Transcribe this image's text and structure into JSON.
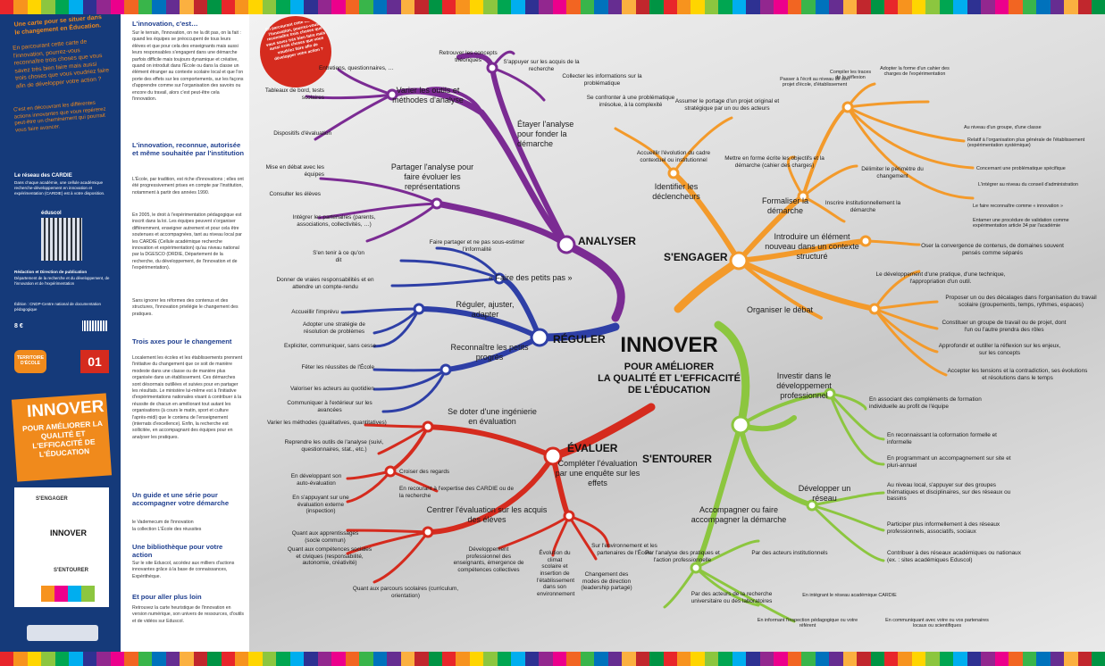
{
  "colors": {
    "navy": "#153a7a",
    "orange": "#f08a1c",
    "red": "#d52b1e",
    "purple": "#7b2b93",
    "blue": "#2e3fa6",
    "green": "#8cc63f",
    "branch_orange": "#f39a2b"
  },
  "stripe_colors": [
    "#e8262b",
    "#f7931e",
    "#ffd500",
    "#8cc63f",
    "#00a651",
    "#00aeef",
    "#2e3192",
    "#92278f",
    "#ec008c",
    "#f26522",
    "#39b54a",
    "#0072bc",
    "#662d91",
    "#fbb040",
    "#c1272d",
    "#009444"
  ],
  "left_panel": {
    "intro_title": "Une carte pour se situer dans le changement en Éducation.",
    "intro_text": "En parcourant cette carte de l'innovation, pourrez-vous reconnaître trois choses que vous savez très bien faire mais aussi trois choses que vous voudriez faire afin de développer votre action ?",
    "intro_text2": "C'est en découvrant les différentes actions innovantes que vous repérerez peut-être un cheminement qui pourrait vous faire avancer.",
    "network_title": "Le réseau des CARDIE",
    "network_text": "Dans chaque académie, une cellule académique recherche-développement en innovation et expérimentation (CARDIE) est à votre disposition.",
    "eduscol": "éduscol",
    "credits_title": "Rédaction et Direction de publication",
    "credits_text": "Département de la recherche et du développement, de l'innovation et de l'expérimentation",
    "editor": "Édition : CNDP-Centre national de documentation pédagogique",
    "price": "8 €",
    "badge": "TERRITOIRE D'ÉCOLE",
    "number": "01",
    "cover_title": "INNOVER",
    "cover_subtitle": "POUR AMÉLIORER LA QUALITÉ ET L'EFFICACITÉ DE L'ÉDUCATION",
    "thumb_labels": [
      "S'ENGAGER",
      "INNOVER",
      "S'ENTOURER"
    ]
  },
  "mid_panel": {
    "h1": "L'innovation, c'est…",
    "p1": "Sur le terrain, l'innovation, on ne la dit pas, on la fait : quand les équipes se préoccupent de tous leurs élèves et que pour cela des enseignants mais aussi leurs responsables s'engagent dans une démarche parfois difficile mais toujours dynamique et créative, quand on introduit dans l'École ou dans la classe un élément étranger au contexte scolaire local et que l'on porte des effets sur les comportements, sur les façons d'apprendre comme sur l'organisation des savoirs ou encore du travail, alors c'est peut-être cela l'innovation.",
    "h2": "L'innovation, reconnue, autorisée et même souhaitée par l'institution",
    "p2": "L'École, par tradition, est riche d'innovations ; elles ont été progressivement prises en compte par l'institution, notamment à partir des années 1990.",
    "p3": "En 2005, le droit à l'expérimentation pédagogique est inscrit dans la loi. Les équipes peuvent s'organiser différemment, enseigner autrement et pour cela être soutenues et accompagnées, tant au niveau local par les CARDIE (Cellule académique recherche innovation et expérimentation) qu'au niveau national par la DGESCO (DRDIE, Département de la recherche, du développement, de l'innovation et de l'expérimentation).",
    "p4": "Sans ignorer les réformes des contenus et des structures, l'innovation privilégie le changement des pratiques.",
    "h3": "Trois axes pour le changement",
    "p5": "Localement les écoles et les établissements prennent l'initiative du changement que ce soit de manière modeste dans une classe ou de manière plus organisée dans un établissement. Ces démarches sont désormais outillées et suivies pour en partager les résultats. Le ministère lui-même est à l'initiative d'expérimentations nationales visant à contribuer à la réussite de chacun en améliorant tout autant les organisations (à cours le matin, sport et culture l'après-midi) que le contenu de l'enseignement (internats d'excellence). Enfin, la recherche est sollicitée, en accompagnant des équipes pour en analyser les pratiques.",
    "h4": "Un guide et une série pour accompagner votre démarche",
    "bul1": "le Vademecum de l'innovation",
    "bul2": "la collection L'École des réussites",
    "h5": "Une bibliothèque pour votre action",
    "p6": "Sur le site Eduscol, accédez aux milliers d'actions innovantes grâce à la base de connaissances, Expérithèque.",
    "h6": "Et pour aller plus loin",
    "p7": "Retrouvez la carte heuristique de l'innovation en version numérique, son univers de ressources, d'outils et de vidéos sur Eduscol."
  },
  "map": {
    "center_title": "INNOVER",
    "center_sub1": "POUR AMÉLIORER",
    "center_sub2": "LA QUALITÉ ET L'EFFICACITÉ",
    "center_sub3": "DE L'ÉDUCATION",
    "bubble": "En parcourant cette carte de l'innovation, pourrez-vous reconnaître trois choses que vous savez très bien faire mais aussi trois choses que vous voudriez faire afin de développer votre action ?",
    "branches": {
      "analyser": "ANALYSER",
      "reguler": "RÉGULER",
      "evaluer": "ÉVALUER",
      "sengager": "S'ENGAGER",
      "sentourer": "S'ENTOURER"
    },
    "analyser": {
      "varier": "Varier les outils et méthodes d'analyse",
      "etayer": "Étayer l'analyse pour fonder la démarche",
      "partager": "Partager l'analyse pour faire évoluer les représentations",
      "leaves": [
        "Entretiens, questionnaires, …",
        "Retrouver les concepts théoriques",
        "S'appuyer sur les acquis de la recherche",
        "Collecter les informations sur la problématique",
        "Tableaux de bord, tests scolaires",
        "Dispositifs d'évaluation",
        "Se confronter à une problématique irrésolue, à la complexité",
        "Mise en débat avec les équipes",
        "Consulter les élèves",
        "Intégrer les partenaires (parents, associations, collectivités, …)"
      ]
    },
    "reguler": {
      "petits_pas": "« Faire des petits pas »",
      "ajuster": "Réguler, ajuster, adapter",
      "progres": "Reconnaître les petits progrès",
      "leaves": [
        "Faire partager et ne pas sous-estimer l'informalité",
        "S'en tenir à ce qu'on dit",
        "Donner de vraies responsabilités et en attendre un compte-rendu",
        "Accueillir l'imprévu",
        "Adopter une stratégie de résolution de problèmes",
        "Expliciter, communiquer, sans cesse",
        "Fêter les réussites de l'École",
        "Valoriser les acteurs au quotidien",
        "Communiquer à l'extérieur sur les avancées"
      ]
    },
    "evaluer": {
      "ingenierie": "Se doter d'une ingénierie en évaluation",
      "enquete": "Compléter l'évaluation par une enquête sur les effets",
      "acquis": "Centrer l'évaluation sur les acquis des élèves",
      "leaves": [
        "Varier les méthodes (qualitatives, quantitatives)",
        "Reprendre les outils de l'analyse (suivi, questionnaires, stat., etc.)",
        "Croiser des regards",
        "En développant son auto-évaluation",
        "En recourant à l'expertise des CARDIE ou de la recherche",
        "En s'appuyant sur une évaluation externe (inspection)",
        "Quant aux apprentissages (socle commun)",
        "Quant aux compétences sociales et civiques (responsabilité, autonomie, créativité)",
        "Quant aux parcours scolaires (curriculum, orientation)",
        "Développement professionnel des enseignants, émergence de compétences collectives",
        "Évolution du climat scolaire et insertion de l'établissement dans son environnement",
        "Sur l'environnement et les partenaires de l'École",
        "Changement des modes de direction (leadership partagé)"
      ]
    },
    "sengager": {
      "declencheurs": "Identifier les déclencheurs",
      "formaliser": "Formaliser la démarche",
      "contexte": "Introduire un élément nouveau dans un contexte structuré",
      "debat": "Organiser le débat",
      "leaves": [
        "Assumer le portage d'un projet original et stratégique par un ou des acteurs",
        "Accueillir l'évolution du cadre contextuel ou institutionnel",
        "Mettre en forme écrite les objectifs et la démarche (cahier des charges)",
        "Délimiter le périmètre du changement",
        "Inscrire institutionnellement la démarche",
        "Passer à l'écrit au niveau de son projet d'école, d'établissement",
        "Compiler les traces de la réflexion",
        "Adopter la forme d'un cahier des charges de l'expérimentation",
        "Au niveau d'un groupe, d'une classe",
        "Relatif à l'organisation plus générale de l'établissement (expérimentation systémique)",
        "Concernant une problématique spécifique",
        "L'intégrer au niveau du conseil d'administration",
        "Le faire reconnaître comme « innovation »",
        "Entamer une procédure de validation comme expérimentation article 34 par l'académie",
        "Oser la convergence de contenus, de domaines souvent pensés comme séparés",
        "Le développement d'une pratique, d'une technique, l'appropriation d'un outil.",
        "Proposer un ou des décalages dans l'organisation du travail scolaire (groupements, temps, rythmes, espaces)",
        "Constituer un groupe de travail ou de projet, dont l'un ou l'autre prendra des rôles",
        "Approfondir et outiller la réflexion sur les enjeux, sur les concepts",
        "Accepter les tensions et la contradiction, ses évolutions et résolutions dans le temps"
      ]
    },
    "sentourer": {
      "investir": "Investir dans le développement professionnel",
      "reseau": "Développer un réseau",
      "accompagner": "Accompagner ou faire accompagner la démarche",
      "leaves": [
        "En associant des compléments de formation individuelle au profit de l'équipe",
        "En reconnaissant la coformation formelle et informelle",
        "En programmant un accompagnement sur site et pluri-annuel",
        "Au niveau local, s'appuyer sur des groupes thématiques et disciplinaires, sur des réseaux ou bassins",
        "Participer plus informellement à des réseaux professionnels, associatifs, sociaux",
        "Contribuer à des réseaux académiques ou nationaux (ex. : sites académiques Eduscol)",
        "Par l'analyse des pratiques et l'action professionnelle",
        "Par des acteurs institutionnels",
        "Par des acteurs de la recherche universitaire ou des laboratoires",
        "En intégrant le réseau académique CARDIE",
        "En informant l'inspection pédagogique ou votre référent",
        "En communiquant avec votre ou vos partenaires locaux ou scientifiques"
      ]
    }
  }
}
